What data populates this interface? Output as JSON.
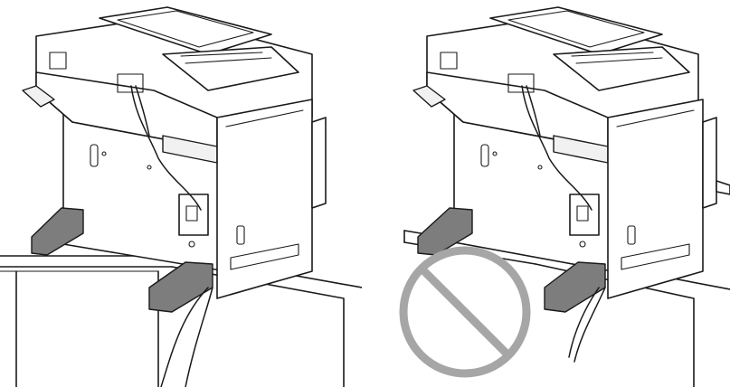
{
  "figure": {
    "panels": [
      {
        "id": "correct",
        "depicts": "printer-on-table-with-stabilizer-feet"
      },
      {
        "id": "incorrect",
        "depicts": "printer-with-foot-overhanging-table-edge",
        "overlay_icon": "prohibition-icon"
      }
    ]
  },
  "colors": {
    "line": "#1a1a1a",
    "foot": "#7d7d7d",
    "prohibit": "#a6a6a6",
    "background": "#ffffff"
  }
}
